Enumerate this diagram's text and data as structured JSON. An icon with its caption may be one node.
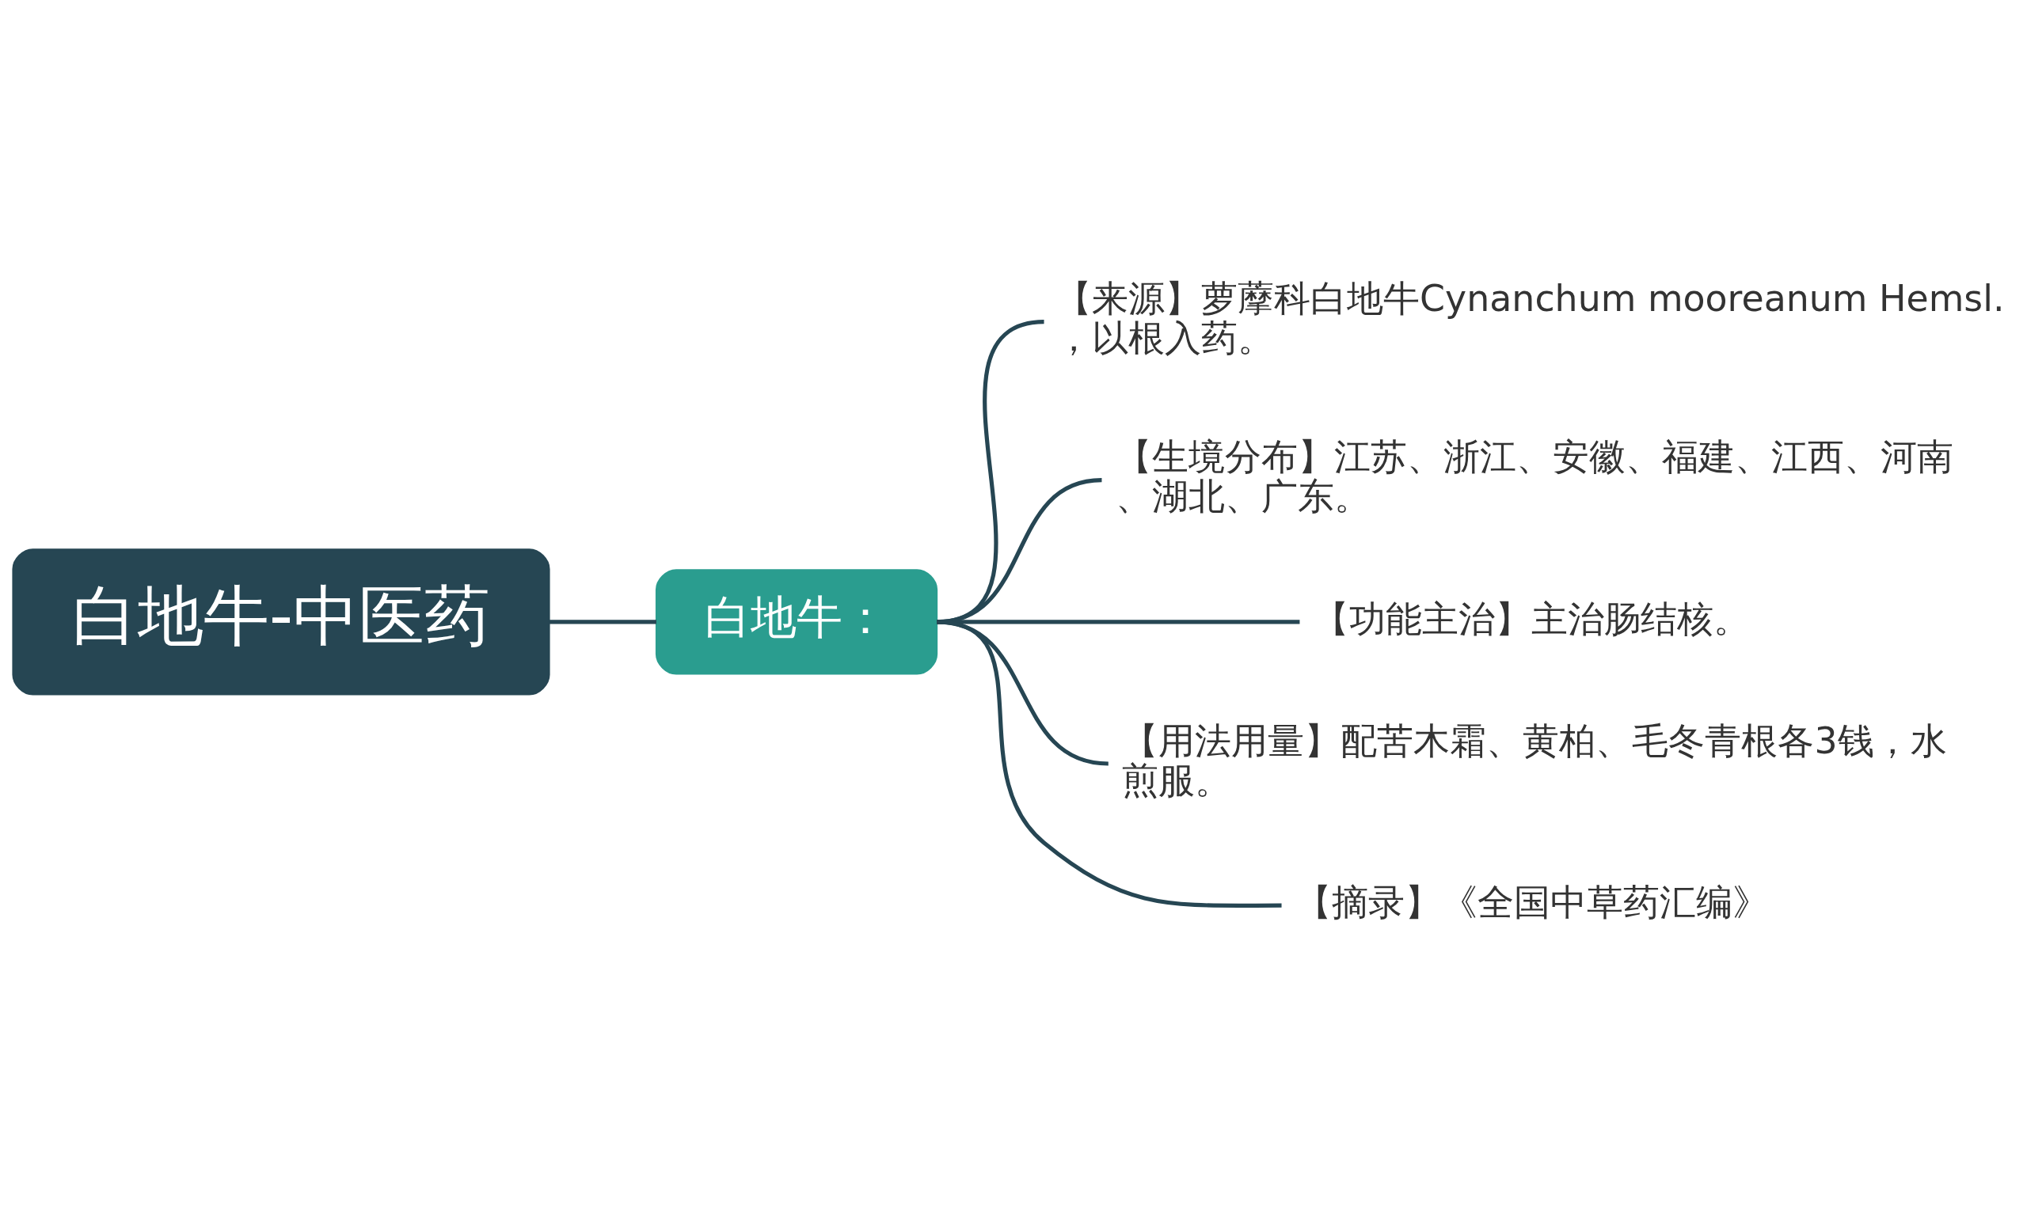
{
  "diagram": {
    "nodes": [
      {
        "text": [
          "白地牛-中医药"
        ]
      },
      {
        "text": [
          "白地牛："
        ]
      },
      {
        "text": [
          "【来源】萝藦科白地牛Cynanchum mooreanum Hemsl.，以根入药。"
        ]
      },
      {
        "text": [
          "【生境分布】江苏、浙江、安徽、福建、江西、河南、湖北、广东。"
        ]
      },
      {
        "text": [
          "【功能主治】主治肠结核。"
        ]
      },
      {
        "text": [
          "【用法用量】配苦木霜、黄柏、毛冬青根各3钱，水煎服。"
        ]
      },
      {
        "text": [
          "【摘录】《全国中草药汇编》"
        ]
      }
    ],
    "edges": [
      {
        "from": 0,
        "to": 1,
        "arrow": "none"
      },
      {
        "from": 1,
        "to": 2,
        "arrow": "none"
      },
      {
        "from": 1,
        "to": 3,
        "arrow": "none"
      },
      {
        "from": 1,
        "to": 4,
        "arrow": "none"
      },
      {
        "from": 1,
        "to": 5,
        "arrow": "none"
      },
      {
        "from": 1,
        "to": 6,
        "arrow": "none"
      }
    ]
  }
}
